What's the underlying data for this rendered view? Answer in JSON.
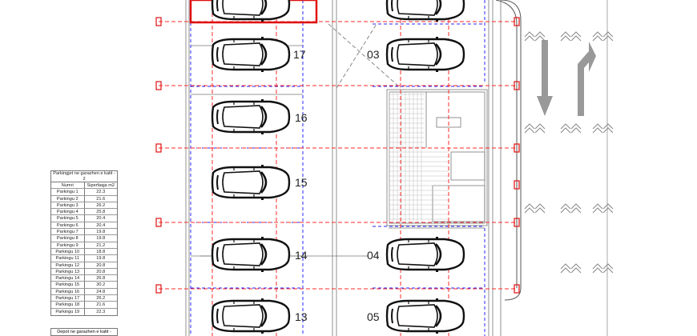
{
  "table": {
    "title": "Parkingjet ne garazhen e katit - 2",
    "col_headers": [
      "Numri",
      "Siperfaqja m2"
    ],
    "rows": [
      {
        "name": "Parkingu 1",
        "area": "22.3"
      },
      {
        "name": "Parkingu 2",
        "area": "21.6"
      },
      {
        "name": "Parkingu 3",
        "area": "26.2"
      },
      {
        "name": "Parkingu 4",
        "area": "25.8"
      },
      {
        "name": "Parkingu 5",
        "area": "20.4"
      },
      {
        "name": "Parkingu 6",
        "area": "20.4"
      },
      {
        "name": "Parkingu 7",
        "area": "19.8"
      },
      {
        "name": "Parkingu 8",
        "area": "19.8"
      },
      {
        "name": "Parkingu 9",
        "area": "21.2"
      },
      {
        "name": "Parkingu 10",
        "area": "18.8"
      },
      {
        "name": "Parkingu 11",
        "area": "19.8"
      },
      {
        "name": "Parkingu 12",
        "area": "20.8"
      },
      {
        "name": "Parkingu 13",
        "area": "20.8"
      },
      {
        "name": "Parkingu 14",
        "area": "26.8"
      },
      {
        "name": "Parkingu 15",
        "area": "30.2"
      },
      {
        "name": "Parkingu 16",
        "area": "24.8"
      },
      {
        "name": "Parkingu 17",
        "area": "26.2"
      },
      {
        "name": "Parkingu 18",
        "area": "21.6"
      },
      {
        "name": "Parkingu 19",
        "area": "22.3"
      }
    ]
  },
  "table2": {
    "title": "Depot ne garazhen e katit -"
  },
  "spots": {
    "left": [
      "17",
      "16",
      "15",
      "14",
      "13"
    ],
    "right": [
      "03",
      "04",
      "05"
    ]
  },
  "colors": {
    "axis_lines": "#ff2020",
    "beam_lines": "#2020ff",
    "highlight": "#e01010",
    "lines": "#555555"
  }
}
